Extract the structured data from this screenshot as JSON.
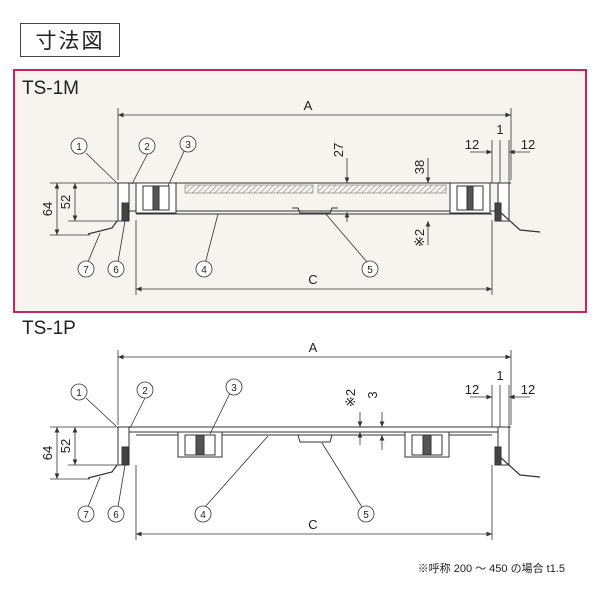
{
  "title": "寸法図",
  "models": {
    "m": {
      "name": "TS-1M",
      "dims": {
        "a": "A",
        "c": "C",
        "left_total": "64",
        "left_inner": "52",
        "top_a": "27",
        "top_b": "38",
        "bottom_note": "※2",
        "right_gap_left": "12",
        "right_gap_mid": "1",
        "right_gap_right": "12"
      },
      "callouts": [
        "1",
        "2",
        "3",
        "4",
        "5",
        "6",
        "7"
      ]
    },
    "p": {
      "name": "TS-1P",
      "dims": {
        "a": "A",
        "c": "C",
        "left_total": "64",
        "left_inner": "52",
        "top_note": "※2",
        "top_b": "3",
        "right_gap_left": "12",
        "right_gap_mid": "1",
        "right_gap_right": "12"
      },
      "callouts": [
        "1",
        "2",
        "3",
        "4",
        "5",
        "6",
        "7"
      ]
    }
  },
  "footnote": "※呼称 200 ～ 450 の場合 t1.5",
  "colors": {
    "highlight_border": "#c8245c",
    "panel_bg": "#f7f3ee",
    "line": "#333333",
    "hatch": "#999999"
  }
}
